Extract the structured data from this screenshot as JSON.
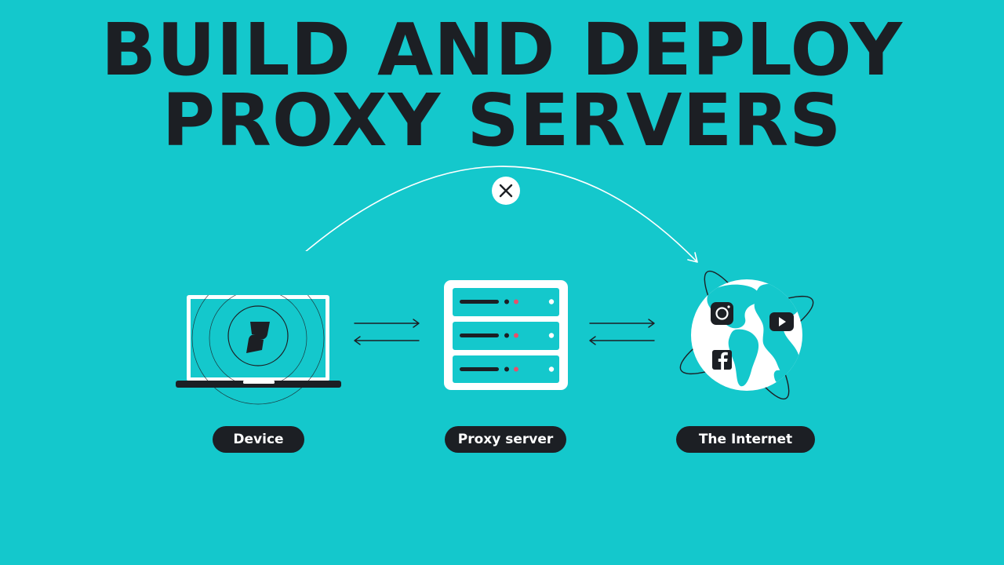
{
  "colors": {
    "background": "#14c8cc",
    "ink": "#1c1f24",
    "white": "#ffffff",
    "server_dot_red": "#e8506a",
    "server_dot_dark": "#1c1f24"
  },
  "title": {
    "line1": "BUILD AND DEPLOY",
    "line2": "PROXY SERVERS"
  },
  "nodes": {
    "device": {
      "label": "Device",
      "icon": "laptop-icon",
      "logo": "surfshark-logo-icon"
    },
    "proxy": {
      "label": "Proxy server",
      "icon": "server-rack-icon"
    },
    "internet": {
      "label": "The Internet",
      "icon": "globe-icon",
      "social_icons": [
        "instagram-icon",
        "youtube-icon",
        "facebook-icon"
      ]
    }
  },
  "connections": {
    "direct_route_blocked": {
      "from": "device",
      "to": "internet",
      "marker": "close-icon"
    },
    "device_proxy": {
      "arrows": [
        "right",
        "left"
      ]
    },
    "proxy_internet": {
      "arrows": [
        "right",
        "left"
      ]
    }
  }
}
